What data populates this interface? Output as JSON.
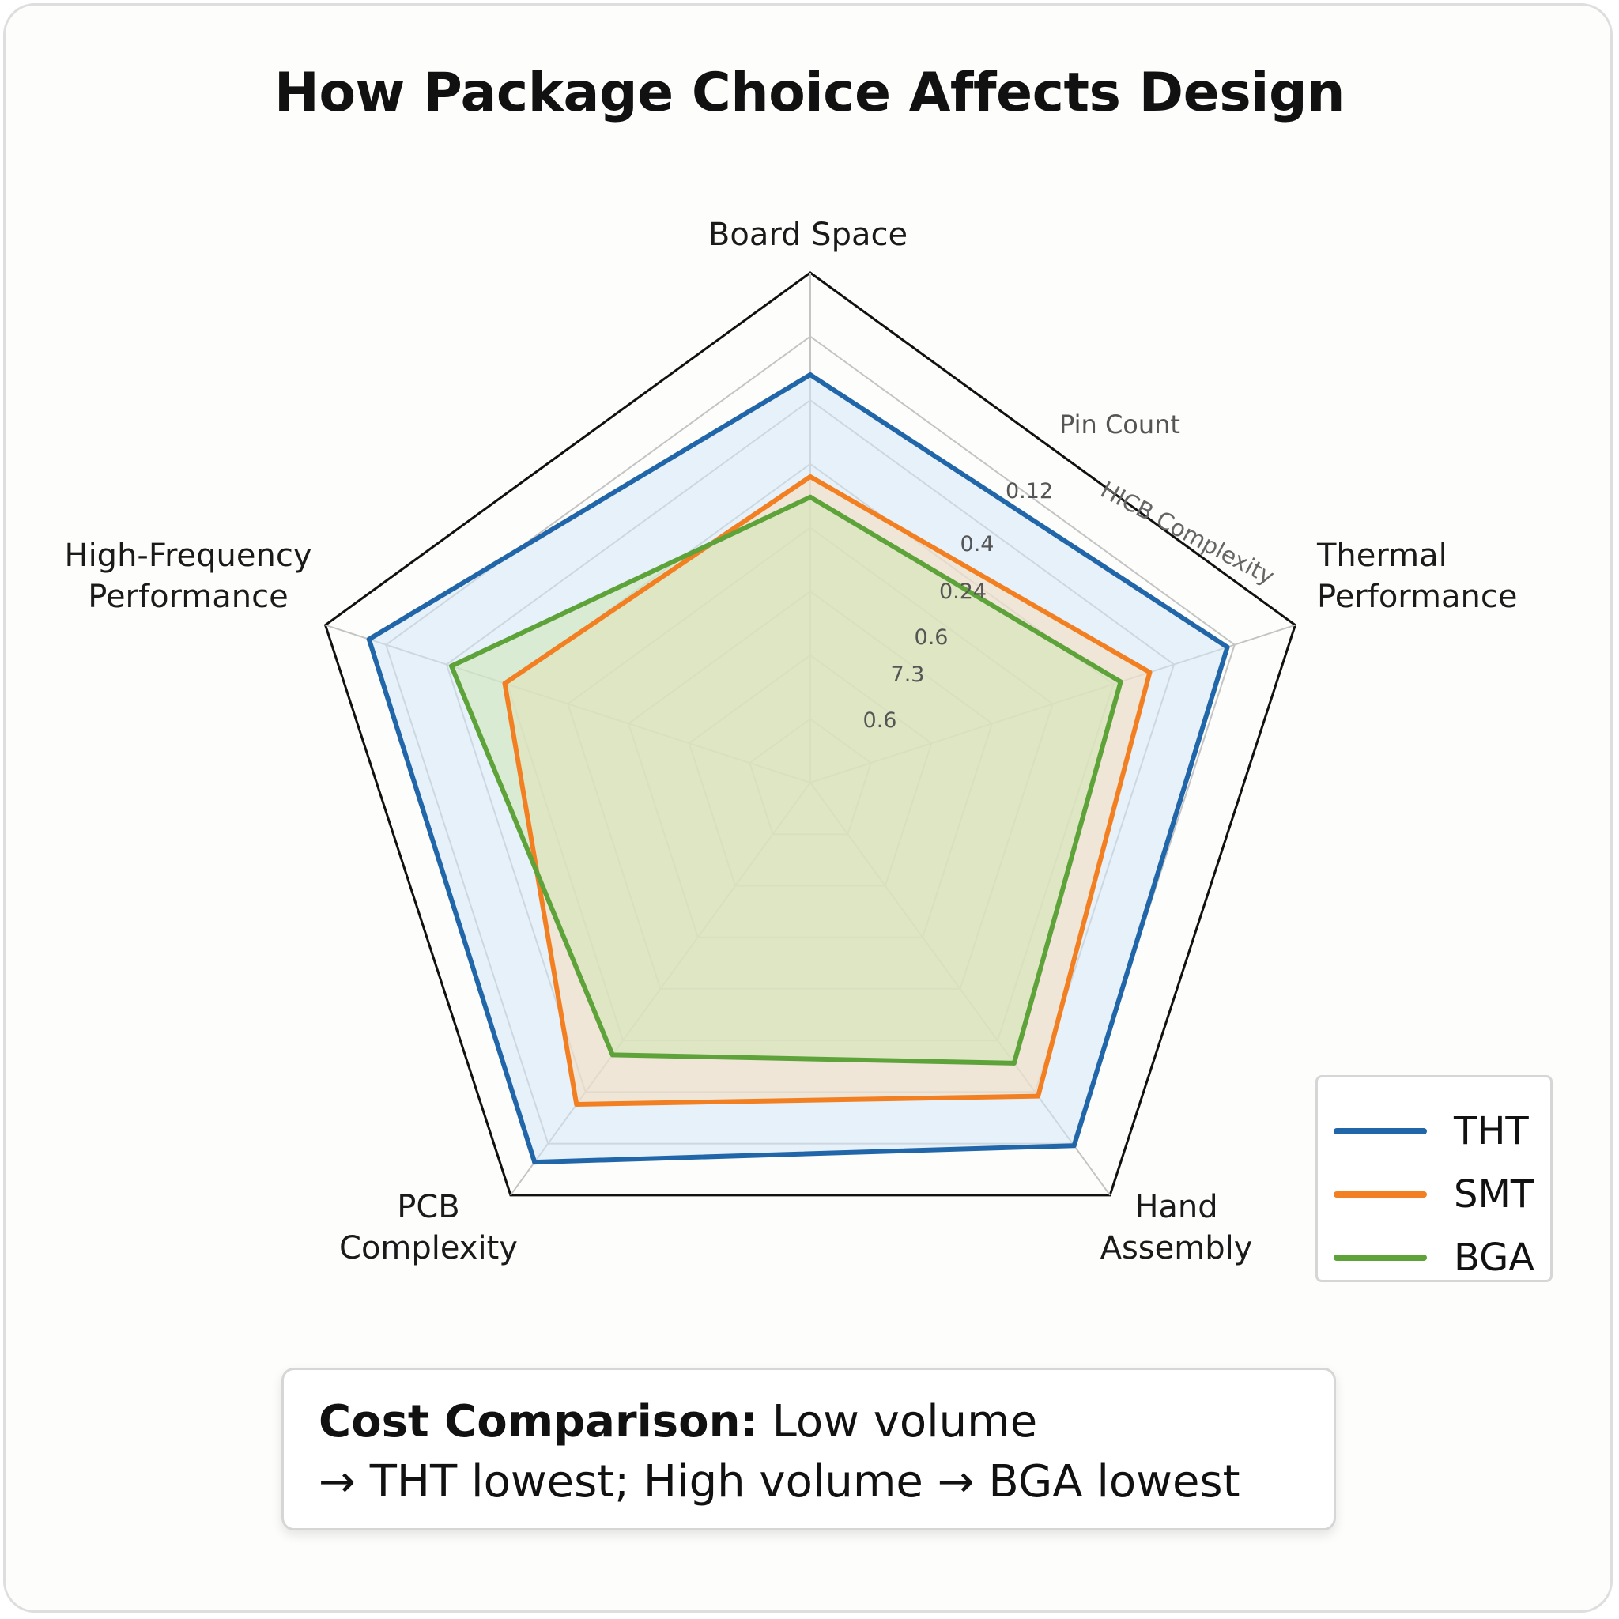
{
  "chart_data": {
    "type": "radar",
    "title": "How Package Choice Affects Design",
    "axes": [
      "Board Space",
      "Thermal Performance",
      "Hand Assembly",
      "PCB Complexity",
      "High-Frequency Performance"
    ],
    "axis_label_lines": [
      [
        "Board Space"
      ],
      [
        "Thermal",
        "Performance"
      ],
      [
        "Hand",
        "Assembly"
      ],
      [
        "PCB",
        "Complexity"
      ],
      [
        "High-Frequency",
        "Performance"
      ]
    ],
    "rlim": [
      0,
      1
    ],
    "grid": true,
    "grid_levels": 8,
    "series": [
      {
        "name": "THT",
        "color": "#2166a8",
        "fill": "#d6e8f7",
        "values": [
          0.8,
          0.86,
          0.88,
          0.92,
          0.91
        ]
      },
      {
        "name": "SMT",
        "color": "#f28022",
        "fill": "#f8dcbc",
        "values": [
          0.6,
          0.7,
          0.76,
          0.78,
          0.63
        ]
      },
      {
        "name": "BGA",
        "color": "#5da33a",
        "fill": "#cfe5b4",
        "values": [
          0.56,
          0.64,
          0.68,
          0.66,
          0.74
        ]
      }
    ],
    "extra_labels": [
      "Pin Count",
      "HICB Complexity"
    ],
    "tick_labels": [
      "0.6",
      "7.3",
      "0.6",
      "0.24",
      "0.4",
      "0.12"
    ],
    "legend_position": "right",
    "annotation": {
      "bold": "Cost Comparison:",
      "text_line1": " Low volume",
      "text_line2": "→ THT lowest; High volume → BGA lowest"
    }
  }
}
